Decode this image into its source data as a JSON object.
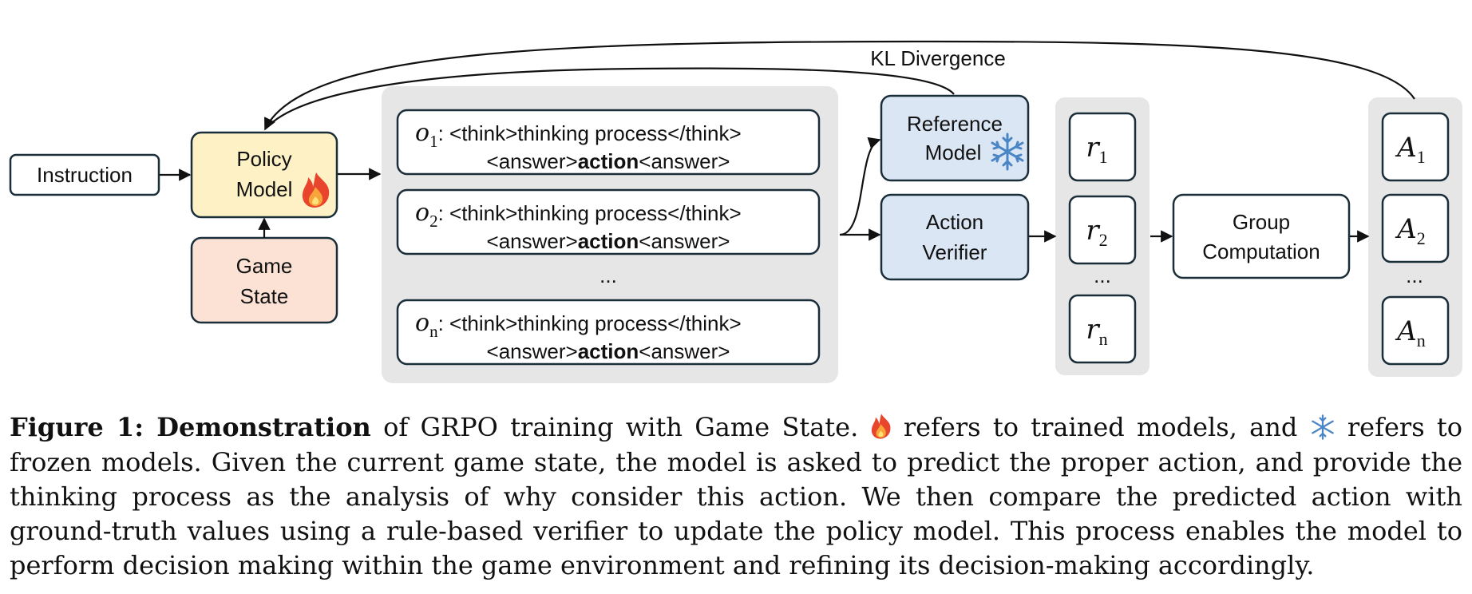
{
  "diagram": {
    "kl_label": "KL Divergence",
    "instruction": "Instruction",
    "policy_model": [
      "Policy",
      "Model"
    ],
    "game_state": [
      "Game",
      "State"
    ],
    "outputs": [
      {
        "var": "o",
        "sub": "1",
        "line1": ": <think>thinking process</think>",
        "pre": "<answer>",
        "bold": "action",
        "post": "<answer>"
      },
      {
        "var": "o",
        "sub": "2",
        "line1": ": <think>thinking process</think>",
        "pre": "<answer>",
        "bold": "action",
        "post": "<answer>"
      },
      {
        "var": "o",
        "sub": "n",
        "line1": ": <think>thinking process</think>",
        "pre": "<answer>",
        "bold": "action",
        "post": "<answer>"
      }
    ],
    "outputs_ellipsis": "...",
    "reference_model": [
      "Reference",
      "Model"
    ],
    "action_verifier": [
      "Action",
      "Verifier"
    ],
    "rewards": [
      {
        "var": "r",
        "sub": "1"
      },
      {
        "var": "r",
        "sub": "2"
      },
      {
        "var": "r",
        "sub": "n"
      }
    ],
    "rewards_ellipsis": "...",
    "group_computation": [
      "Group",
      "Computation"
    ],
    "advantages": [
      {
        "var": "A",
        "sub": "1"
      },
      {
        "var": "A",
        "sub": "2"
      },
      {
        "var": "A",
        "sub": "n"
      }
    ],
    "advantages_ellipsis": "...",
    "fire_icon": "fire-icon",
    "snowflake_icon": "snowflake-icon",
    "colors": {
      "policy_fill": "#fdf1c5",
      "game_fill": "#fbe2d5",
      "blue_fill": "#dbe6f4",
      "panel_fill": "#e6e6e6",
      "stroke": "#1a2e3a"
    }
  },
  "caption": {
    "label": "Figure 1: Demonstration",
    "part1": " of GRPO training with Game State. ",
    "part2": " refers to trained models, and ",
    "part3": " refers to frozen models. Given the current game state, the model is asked to predict the proper action, and provide the thinking process as the analysis of why consider this action. We then compare the predicted action with ground-truth values using a rule-based verifier to update the policy model. This process enables the model to perform decision making within the game environment and refining its decision-making accordingly."
  }
}
